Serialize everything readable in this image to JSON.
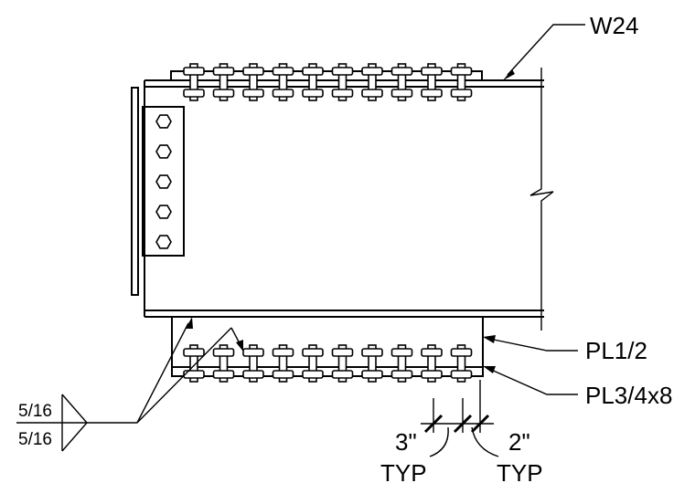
{
  "labels": {
    "beam": "W24",
    "plate_top": "PL1/2",
    "plate_bottom": "PL3/4x8",
    "weld_top": "5/16",
    "weld_bottom": "5/16",
    "dim_left": "3\"",
    "dim_left_note": "TYP",
    "dim_right": "2\"",
    "dim_right_note": "TYP"
  },
  "bolts": {
    "top_row_count": 10,
    "bottom_row_count": 10,
    "web_count": 5
  }
}
